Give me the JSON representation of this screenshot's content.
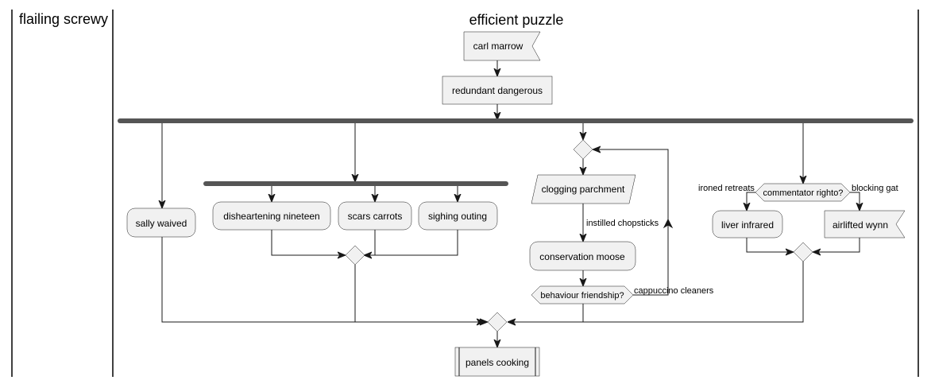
{
  "swimlanes": [
    {
      "title": "flailing screwy"
    },
    {
      "title": "efficient puzzle"
    }
  ],
  "nodes": {
    "carl_marrow": "carl marrow",
    "redundant_dangerous": "redundant dangerous",
    "sally_waived": "sally waived",
    "disheartening_nineteen": "disheartening nineteen",
    "scars_carrots": "scars carrots",
    "sighing_outing": "sighing outing",
    "clogging_parchment": "clogging parchment",
    "conservation_moose": "conservation moose",
    "behaviour_friendship": "behaviour friendship?",
    "commentator_righto": "commentator righto?",
    "liver_infrared": "liver infrared",
    "airlifted_wynn": "airlifted wynn",
    "panels_cooking": "panels cooking"
  },
  "edge_labels": {
    "instilled_chopsticks": "instilled chopsticks",
    "cappuccino_cleaners": "cappuccino cleaners",
    "ironed_retreats": "ironed retreats",
    "blocking_gat": "blocking gat"
  }
}
